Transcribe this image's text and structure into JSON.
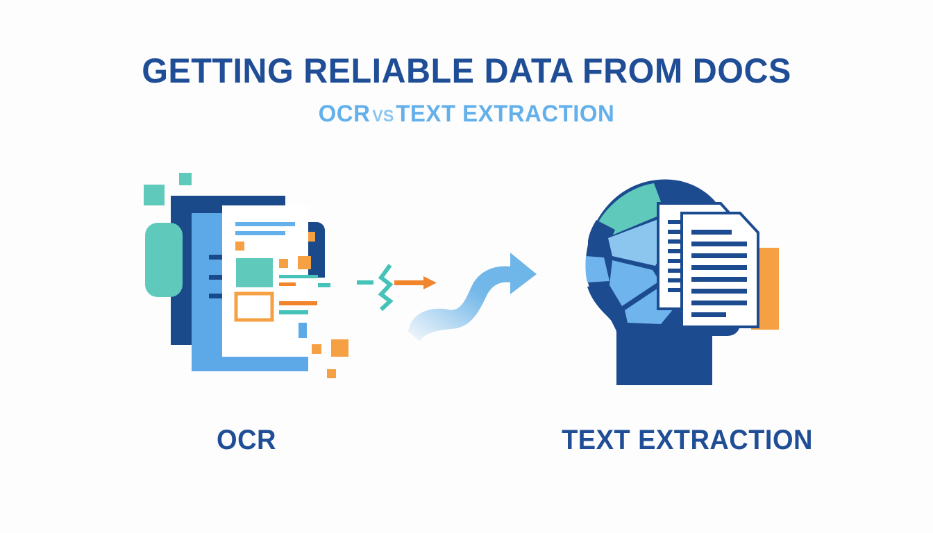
{
  "page": {
    "background_color": "#fdfdfd"
  },
  "header": {
    "main_title": "GETTING RELIABLE DATA FROM DOCS",
    "sub_title_left": "OCR",
    "sub_title_vs": "VS",
    "sub_title_right": "TEXT EXTRACTION",
    "main_title_color": "#1f4e96",
    "sub_title_color": "#63b0ea",
    "vs_color": "#8cc6ef"
  },
  "captions": {
    "left": "OCR",
    "right": "TEXT EXTRACTION",
    "color": "#1f4e96"
  },
  "illustrations": {
    "left": {
      "name": "ocr-document-stack",
      "description": "Layered scanned document illustration with highlighted blocks",
      "colors": {
        "dark_navy": "#1b4a8a",
        "light_blue": "#5da9e8",
        "teal": "#5fc9bc",
        "orange": "#f5a043",
        "white": "#ffffff"
      }
    },
    "middle": {
      "name": "conversion-arrow",
      "description": "Teal dash, teal zigzag, orange straight arrow and large S-curved blue arrow",
      "colors": {
        "teal": "#45c3b8",
        "orange": "#f2852c",
        "blue_arrow": "#6cb4e8"
      }
    },
    "right": {
      "name": "text-extraction-head",
      "description": "Head silhouette with mosaic brain and two stacked text documents",
      "colors": {
        "navy": "#1d4b8f",
        "mid_blue": "#2a6cb4",
        "light_blue": "#6fb4ec",
        "pale_blue": "#8cc6ef",
        "teal": "#5fc9bc",
        "orange": "#f5a043",
        "white": "#ffffff"
      }
    }
  }
}
